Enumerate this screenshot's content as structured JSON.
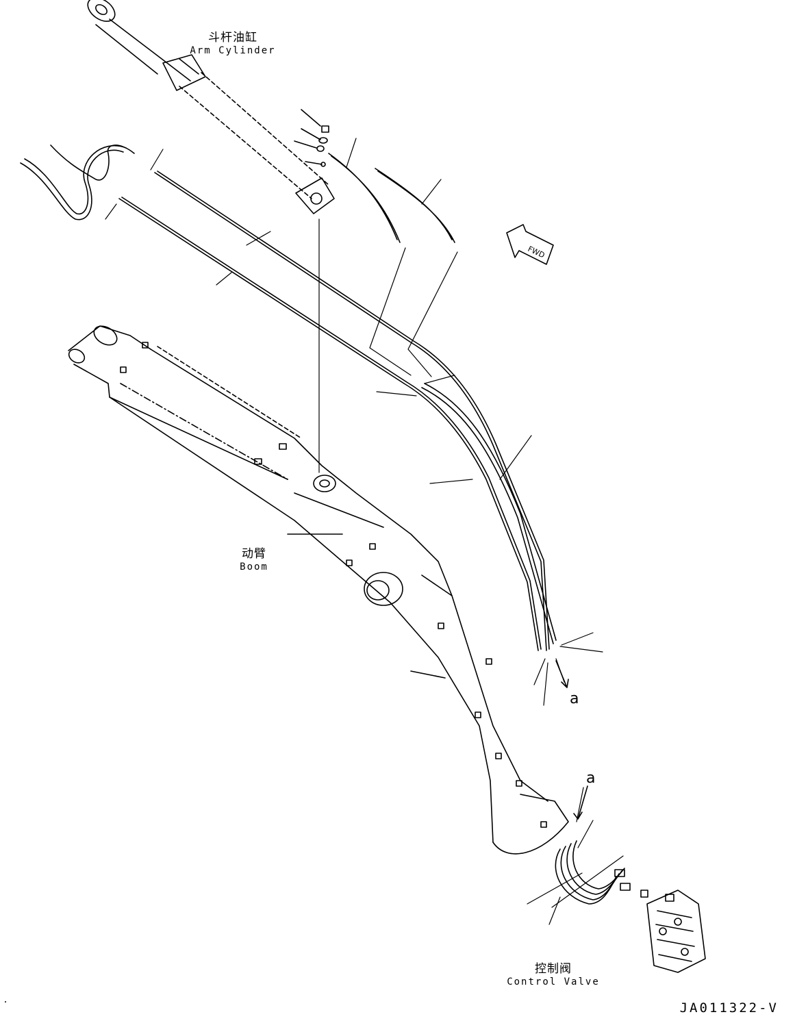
{
  "labels": {
    "arm_cylinder": {
      "cn": "斗杆油缸",
      "en": "Arm Cylinder"
    },
    "boom": {
      "cn": "动臂",
      "en": "Boom"
    },
    "control_valve": {
      "cn": "控制阀",
      "en": "Control Valve"
    }
  },
  "callouts": {
    "a_top": "a",
    "a_bottom": "a"
  },
  "fwd_text": "FWD",
  "drawing_code": "JA011322-V"
}
